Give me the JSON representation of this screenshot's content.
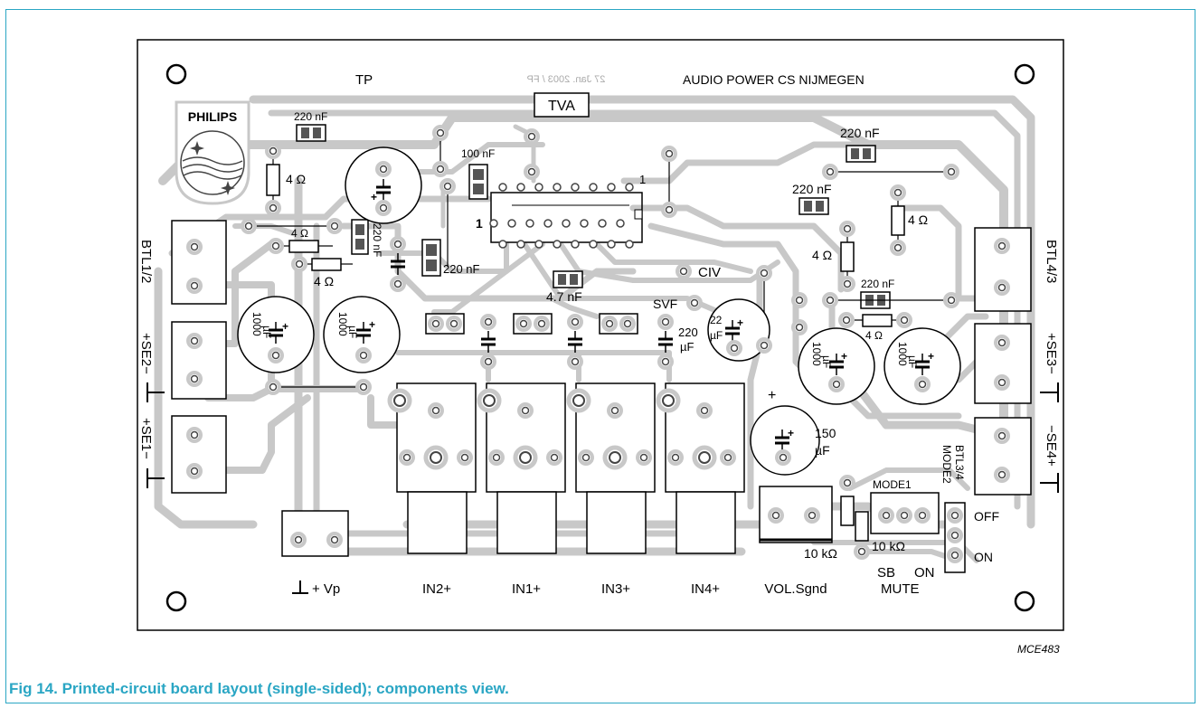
{
  "figure": {
    "caption": "Fig 14.  Printed-circuit board layout (single-sided); components view.",
    "id": "MCE483",
    "accent_color": "#2aa6c4",
    "trace_color": "#c8c8c8"
  },
  "board": {
    "title": "AUDIO POWER CS NIJMEGEN",
    "date_mirror": "27 Jan. 2003 / FP",
    "tp_mark": "TP",
    "brand": "PHILIPS",
    "ic": "TVA",
    "pin1": "1",
    "pin1_left": "1"
  },
  "components": {
    "c220_top": "220 nF",
    "c220_right": "220 nF",
    "c220_mid": "220 nF",
    "c220_small": "220 nF",
    "c220_vert": "220 nF",
    "c220_low": "220 nF",
    "c100": "100 nF",
    "c47": "4.7 nF",
    "civ": "CIV",
    "svf": "SVF",
    "r4a": "4 Ω",
    "r4b": "4 Ω",
    "r4c": "4 Ω",
    "r4d": "4 Ω",
    "r4e": "4 Ω",
    "r4f": "4 Ω",
    "c1000_line1": "1000",
    "c1000_line2": "µF",
    "c22_line1": "22",
    "c22_line2": "µF",
    "c220u_line1": "220",
    "c220u_line2": "µF",
    "c150_line1": "150",
    "c150_line2": "µF",
    "r10a": "10 kΩ",
    "r10b": "10 kΩ",
    "mode1": "MODE1",
    "mode2": "MODE2",
    "btl34": "BTL3/4",
    "off": "OFF",
    "on": "ON"
  },
  "connectors": {
    "left": [
      "BTL1/2",
      "+SE2−",
      "+SE1−"
    ],
    "right": [
      "BTL4/3",
      "+SE3−",
      "−SE4+"
    ],
    "bottom": [
      "+ Vp",
      "IN2+",
      "IN1+",
      "IN3+",
      "IN4+",
      "VOL.Sgnd"
    ],
    "mute": "MUTE",
    "sb": "SB",
    "on": "ON"
  }
}
